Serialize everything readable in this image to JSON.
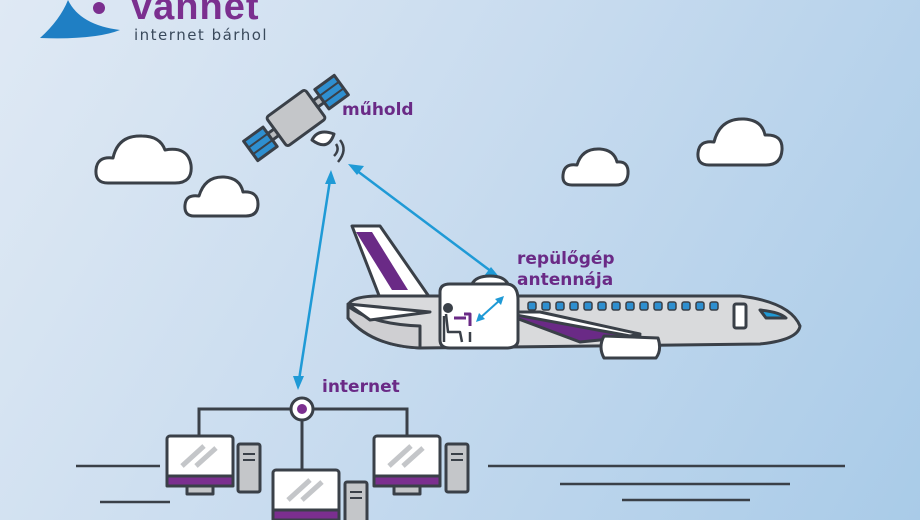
{
  "brand": {
    "name": "vannet",
    "tagline": "internet bárhol"
  },
  "labels": {
    "satellite": "műhold",
    "antenna_line1": "repülőgép",
    "antenna_line2": "antennája",
    "internet": "internet"
  },
  "colors": {
    "purple": "#7b2f8f",
    "link_blue": "#1f9ad6",
    "solar_blue": "#2e8fd0",
    "outline": "#3a4048",
    "sky_light": "#dfe9f4",
    "sky_dark": "#a9cbe8"
  },
  "icons": [
    "logo-icon",
    "satellite-icon",
    "cloud-icon",
    "airplane-icon",
    "computer-icon",
    "network-node-icon"
  ]
}
